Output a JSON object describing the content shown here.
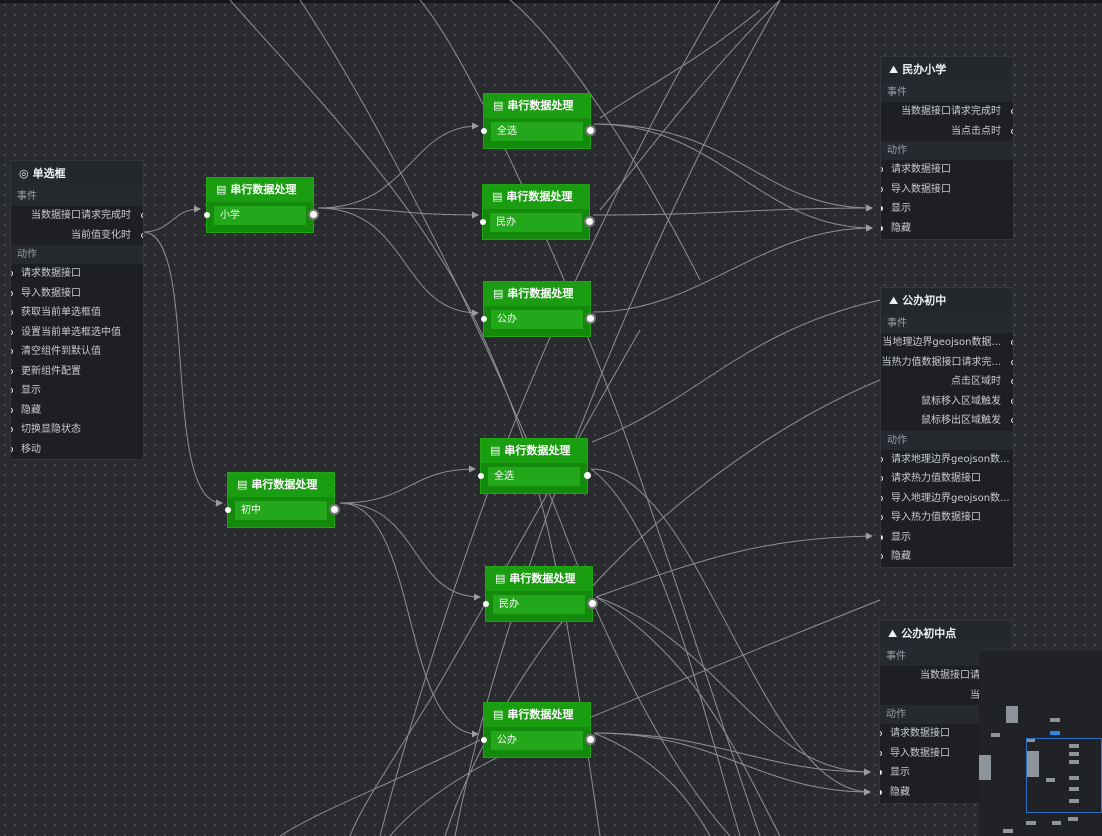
{
  "labels": {
    "events": "事件",
    "actions": "动作"
  },
  "radio_component": {
    "title": "单选框",
    "icon": "radio-icon",
    "events": [
      "当数据接口请求完成时",
      "当前值变化时"
    ],
    "actions": [
      "请求数据接口",
      "导入数据接口",
      "获取当前单选框值",
      "设置当前单选框选中值",
      "清空组件到默认值",
      "更新组件配置",
      "显示",
      "隐藏",
      "切换显隐状态",
      "移动"
    ]
  },
  "processors": [
    {
      "title": "串行数据处理",
      "label": "小学"
    },
    {
      "title": "串行数据处理",
      "label": "初中"
    },
    {
      "title": "串行数据处理",
      "label": "全选"
    },
    {
      "title": "串行数据处理",
      "label": "民办"
    },
    {
      "title": "串行数据处理",
      "label": "公办"
    },
    {
      "title": "串行数据处理",
      "label": "全选"
    },
    {
      "title": "串行数据处理",
      "label": "民办"
    },
    {
      "title": "串行数据处理",
      "label": "公办"
    }
  ],
  "target_components": [
    {
      "title": "民办小学",
      "icon": "map-layer-icon",
      "events": [
        "当数据接口请求完成时",
        "当点击点时"
      ],
      "actions": [
        "请求数据接口",
        "导入数据接口",
        "显示",
        "隐藏"
      ]
    },
    {
      "title": "公办初中",
      "icon": "map-layer-icon",
      "events": [
        "当地理边界geojson数据...",
        "当热力值数据接口请求完...",
        "点击区域时",
        "鼠标移入区域触发",
        "鼠标移出区域触发"
      ],
      "actions": [
        "请求地理边界geojson数...",
        "请求热力值数据接口",
        "导入地理边界geojson数...",
        "导入热力值数据接口",
        "显示",
        "隐藏"
      ]
    },
    {
      "title": "公办初中点",
      "icon": "map-layer-icon",
      "events": [
        "当数据接口请求完",
        "当点击"
      ],
      "actions": [
        "请求数据接口",
        "导入数据接口",
        "显示",
        "隐藏"
      ]
    }
  ],
  "colors": {
    "canvas": "#2a2b2e",
    "node_green": "#138a0b",
    "wire": "#8c8f94",
    "minimap_view": "#2f6fc4"
  }
}
